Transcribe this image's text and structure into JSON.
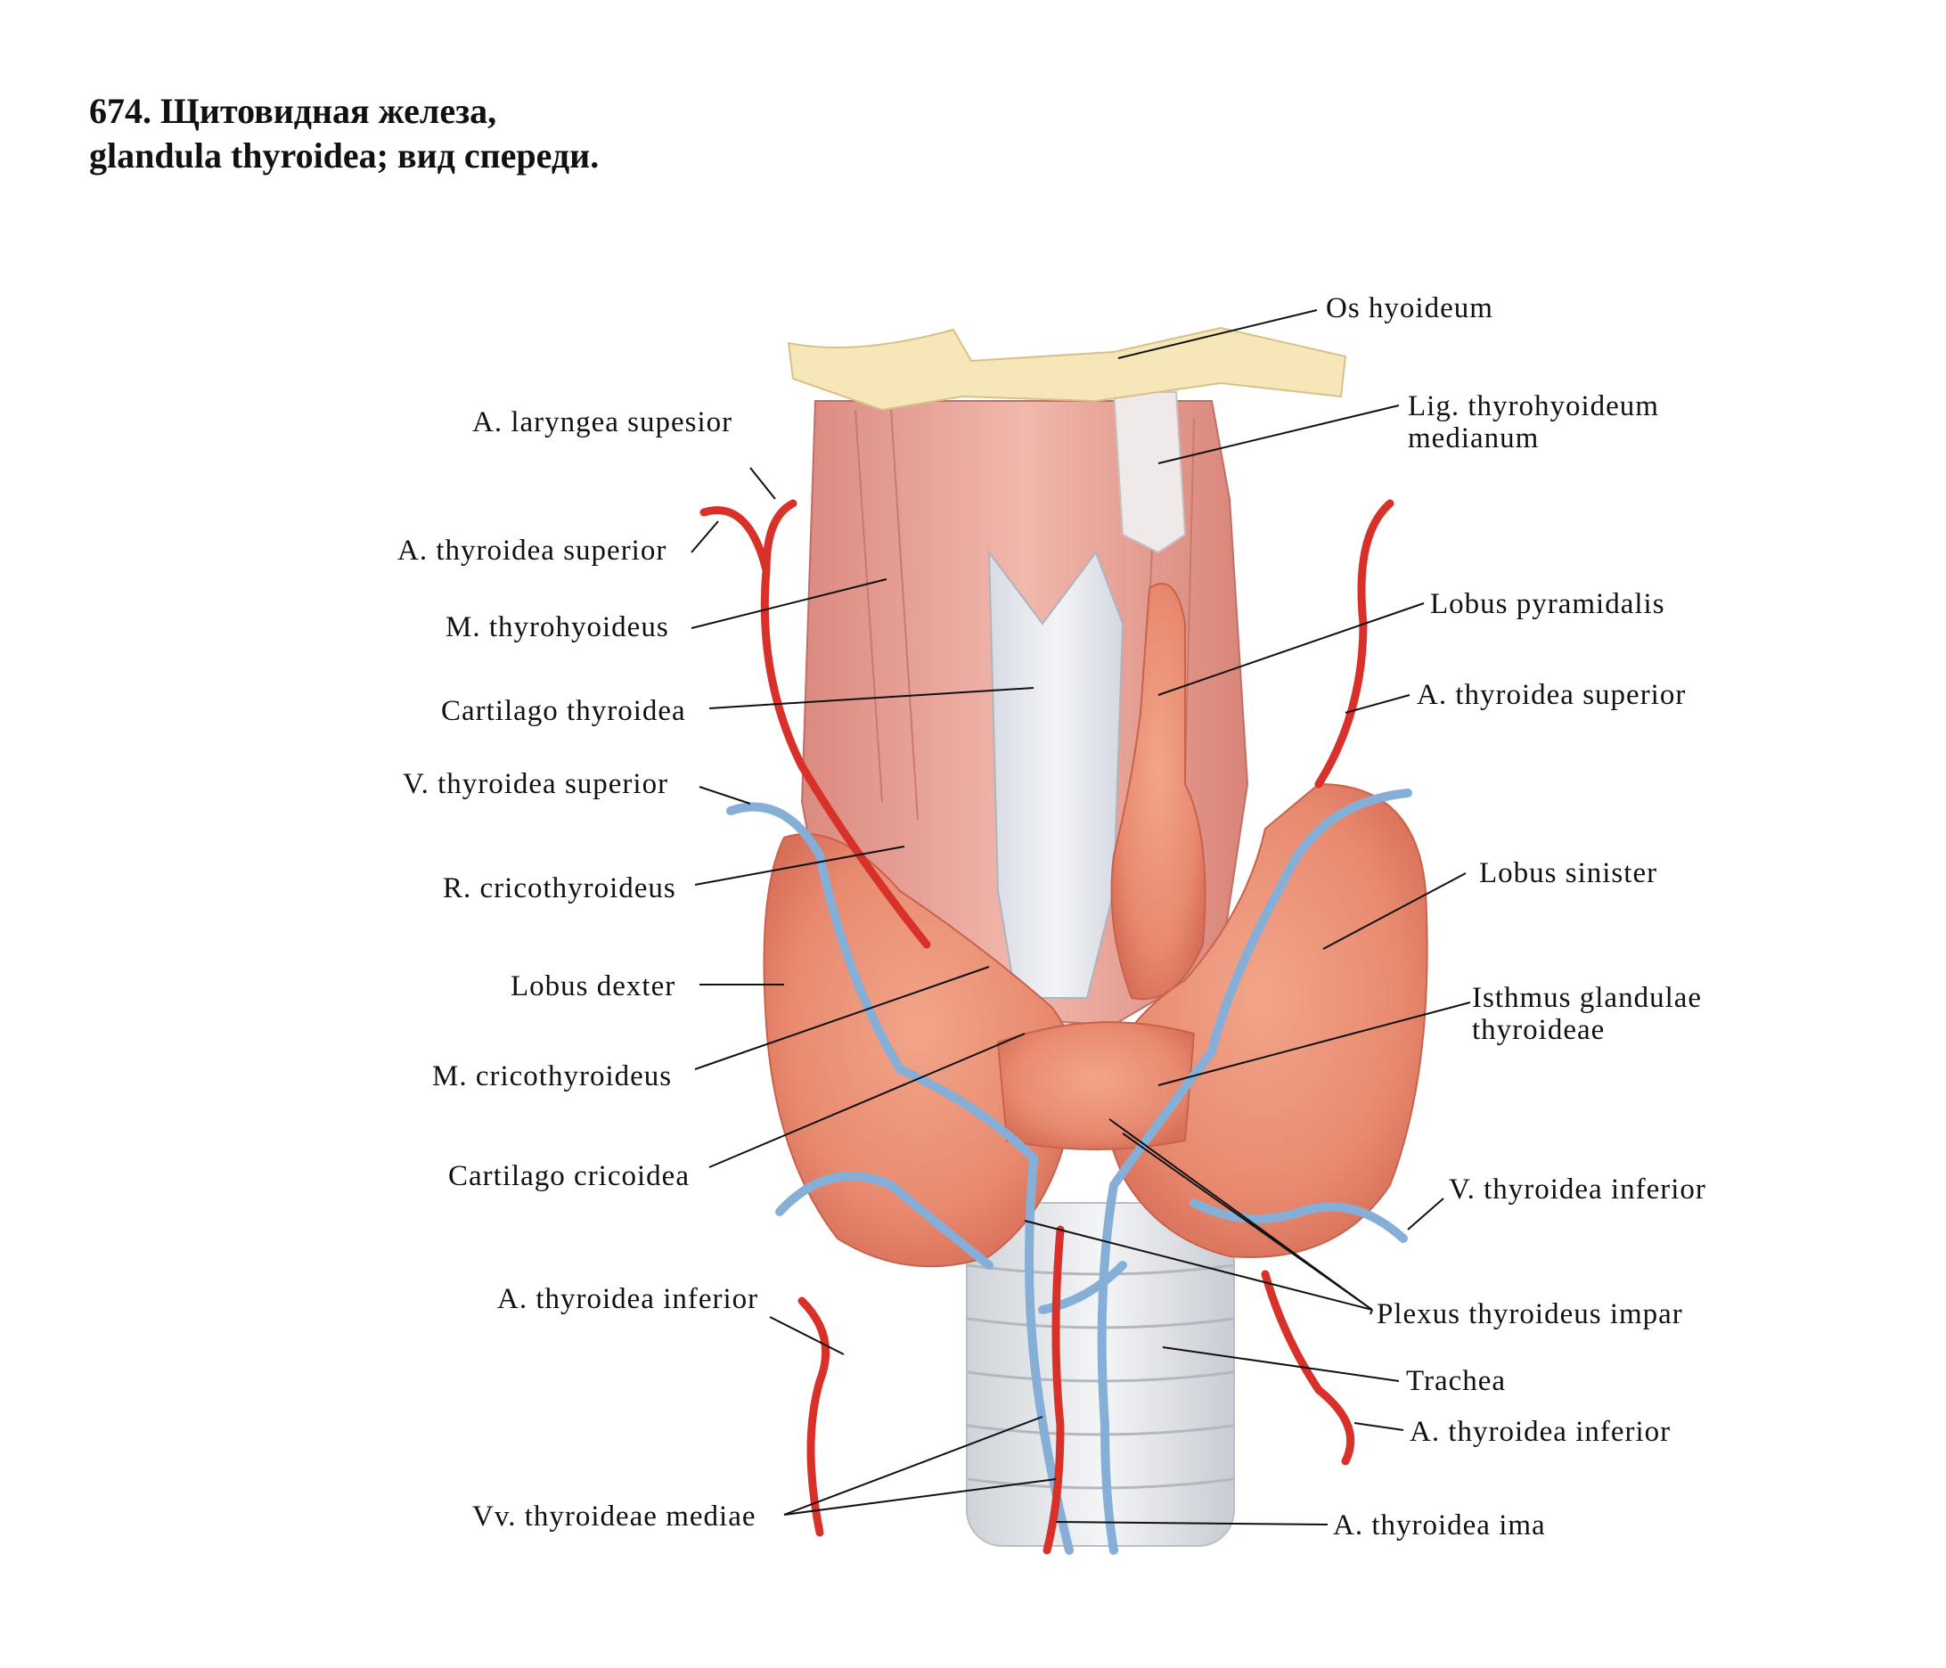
{
  "caption": {
    "line1": "674. Щитовидная железа,",
    "line2": "glandula thyroidea; вид спереди."
  },
  "labels": {
    "os_hyoideum": "Os hyoideum",
    "lig_thyrohyoideum_1": "Lig. thyrohyoideum",
    "lig_thyrohyoideum_2": "medianum",
    "a_laryngea_superior": "A. laryngea supesior",
    "a_thyroidea_superior_right": "A. thyroidea superior",
    "m_thyrohyoideus": "M. thyrohyoideus",
    "cartilago_thyroidea": "Cartilago  thyroidea",
    "v_thyroidea_superior": "V. thyroidea superior",
    "r_cricothyroideus": "R. cricothyroideus",
    "lobus_dexter": "Lobus dexter",
    "m_cricothyroideus": "M. cricothyroideus",
    "cartilago_cricoidea": "Cartilago cricoidea",
    "a_thyroidea_inferior_right": "A. thyroidea inferior",
    "vv_thyroideae_mediae": "Vv. thyroideae mediae",
    "lobus_pyramidalis": "Lobus  pyramidalis",
    "a_thyroidea_superior_left": "A. thyroidea superior",
    "lobus_sinister": "Lobus sinister",
    "isthmus_1": "Isthmus glandulae",
    "isthmus_2": "thyroideae",
    "v_thyroidea_inferior": "V. thyroidea inferior",
    "plexus_thyroideus_impar": "Plexus thyroideus impar",
    "trachea": "Trachea",
    "a_thyroidea_inferior_left": "A. thyroidea inferior",
    "a_thyroidea_ima": "A. thyroidea ima"
  },
  "colors": {
    "bone": "#f6e6b8",
    "muscle": "#e8a095",
    "cartilage": "#e7e9ef",
    "gland": "#e98a72",
    "artery": "#d8312a",
    "vein": "#86afd8"
  }
}
